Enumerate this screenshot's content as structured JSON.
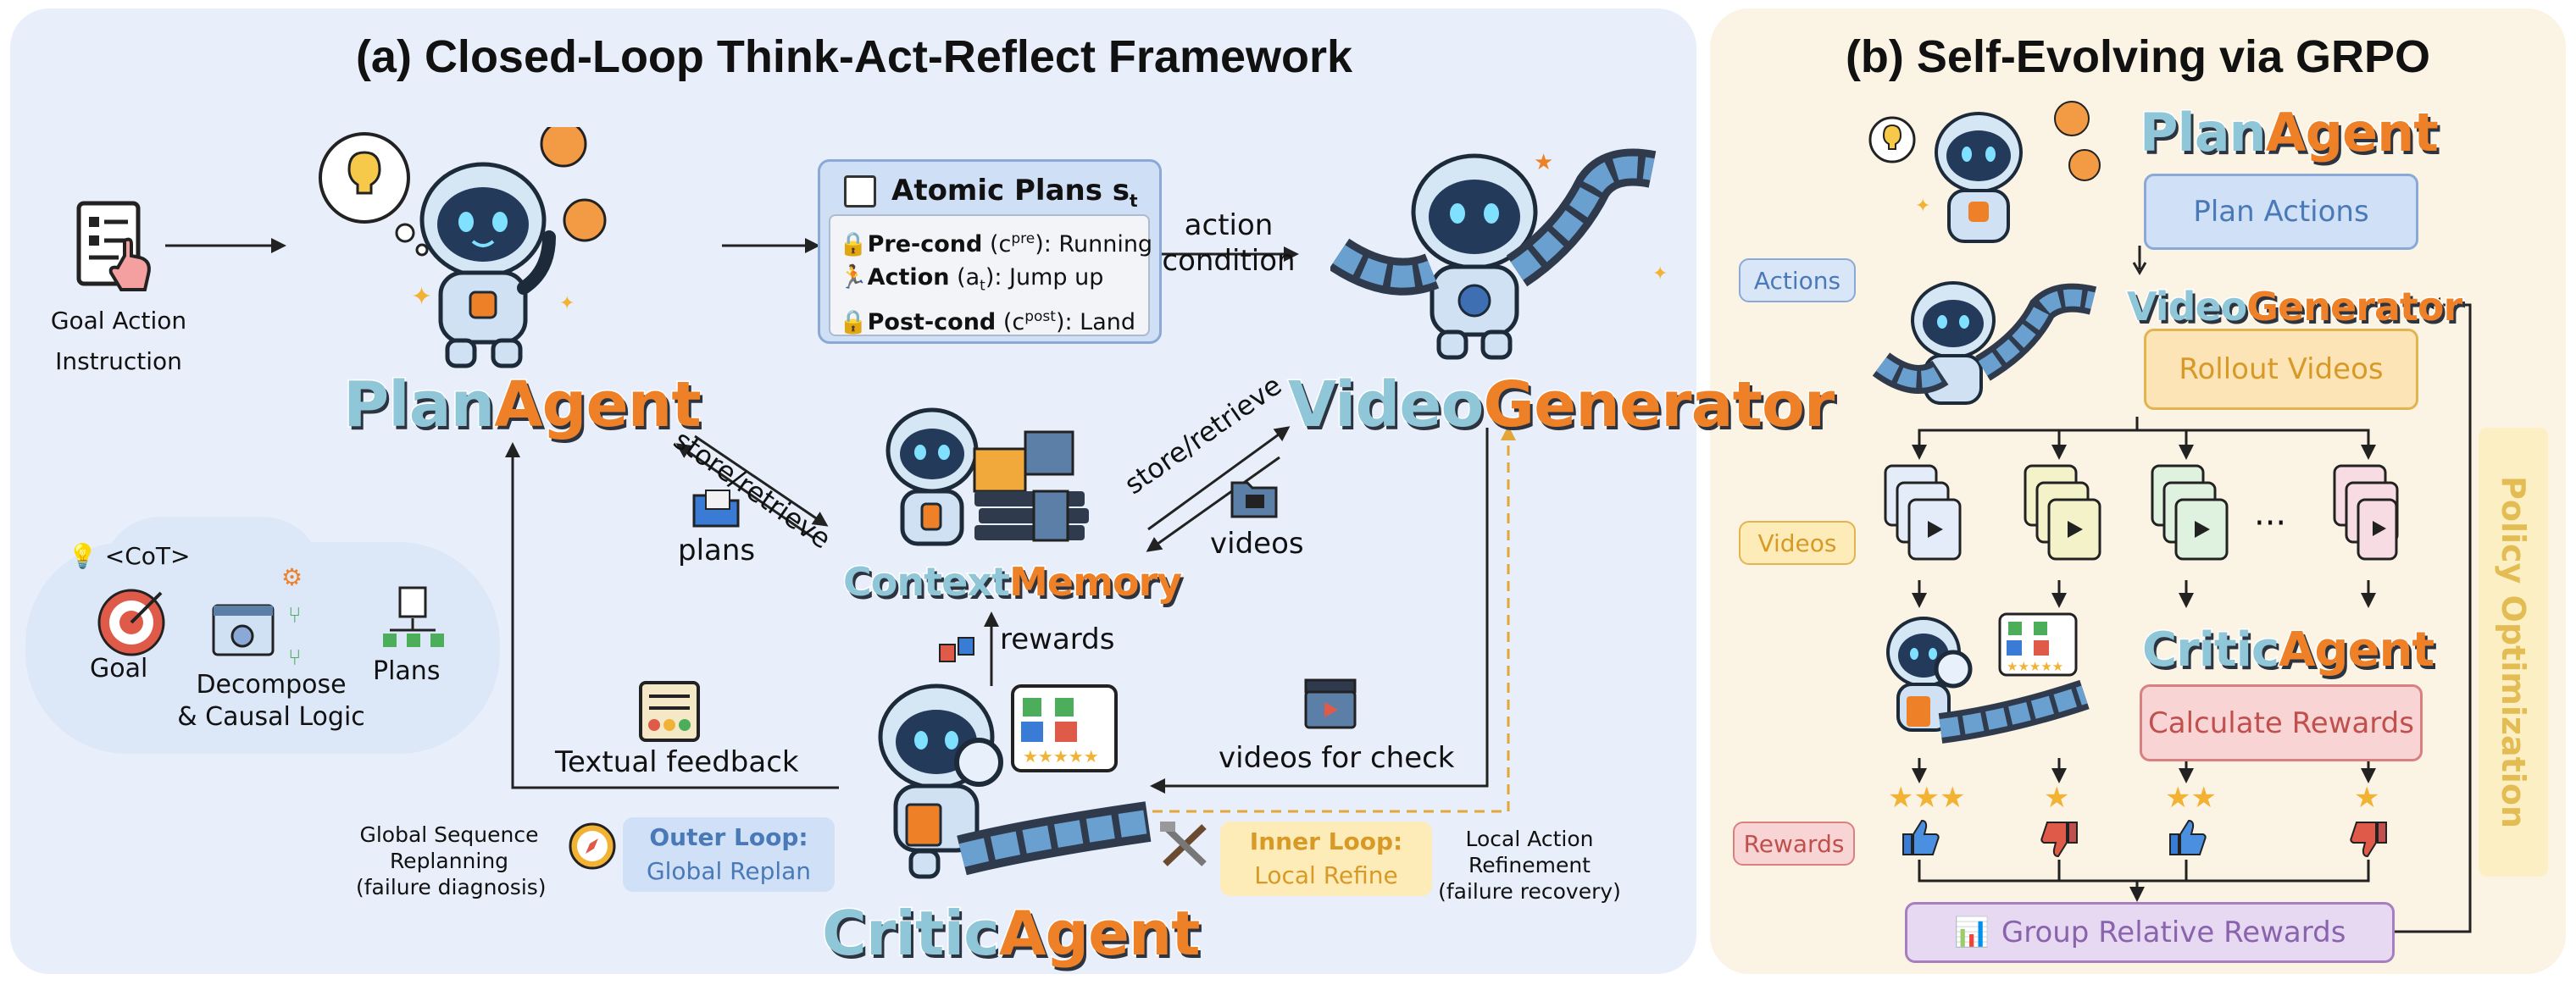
{
  "panel_a": {
    "title": "(a) Closed-Loop Think-Act-Reflect Framework",
    "goal_instruction": [
      "Goal Action",
      "Instruction"
    ],
    "plan_agent": {
      "part1": "Plan",
      "part2": "Agent"
    },
    "video_generator": {
      "part1": "Video",
      "part2": "Generator"
    },
    "context_memory": {
      "part1": "Context",
      "part2": "Memory"
    },
    "critic_agent": {
      "part1": "Critic",
      "part2": "Agent"
    },
    "atomic_plans": {
      "title": "Atomic Plans s",
      "title_sub": "t",
      "rows": [
        {
          "bold": "Pre-cond",
          "paren": "(c",
          "sup": "pre",
          "rest": "): Running"
        },
        {
          "bold": "Action",
          "paren": "(a",
          "sub": "t",
          "rest": "): Jump up"
        },
        {
          "bold": "Post-cond",
          "paren": "(c",
          "sup": "post",
          "rest": "): Land"
        }
      ]
    },
    "action_condition": [
      "action",
      "condition"
    ],
    "store_retrieve_left": "store/retrieve",
    "store_retrieve_right": "store/retrieve",
    "plans": "plans",
    "videos": "videos",
    "rewards": "rewards",
    "textual_feedback": "Textual feedback",
    "videos_for_check": "videos for check",
    "cot": {
      "tag": "<CoT>",
      "goal": "Goal",
      "decompose": [
        "Decompose",
        "& Causal Logic"
      ],
      "plans": "Plans"
    },
    "outer_loop": {
      "note": [
        "Global Sequence",
        "Replanning",
        "(failure diagnosis)"
      ],
      "title": "Outer Loop:",
      "sub": "Global Replan"
    },
    "inner_loop": {
      "title": "Inner Loop:",
      "sub": "Local Refine",
      "note": [
        "Local Action",
        "Refinement",
        "(failure recovery)"
      ]
    }
  },
  "panel_b": {
    "title": "(b) Self-Evolving via GRPO",
    "plan_agent": {
      "part1": "Plan",
      "part2": "Agent"
    },
    "plan_actions": "Plan Actions",
    "video_generator": {
      "part1": "Video",
      "part2": "Generator"
    },
    "rollout_videos": "Rollout Videos",
    "critic_agent": {
      "part1": "Critic",
      "part2": "Agent"
    },
    "calculate_rewards": "Calculate Rewards",
    "group_relative_rewards": "Group Relative Rewards",
    "policy_optimization": "Policy Optimization",
    "ellipsis": "···",
    "row_labels": {
      "actions": "Actions",
      "videos": "Videos",
      "rewards": "Rewards"
    }
  },
  "colors": {
    "panel_a_bg": "#e8effb",
    "panel_b_bg": "#fbf3e3",
    "agent_blue": "#8fc6d8",
    "agent_orange": "#ee8127",
    "blue_box": "#cfe0f7",
    "orange_box": "#fde4b6",
    "red_box": "#f8d4d4",
    "purple_box": "#e8d9f2"
  },
  "icons": [
    "document-hand-icon",
    "lightbulb-icon",
    "running-figure-icon",
    "film-strip-icon",
    "folder-icon",
    "video-folder-icon",
    "clapperboard-icon",
    "thumbs-icon",
    "checklist-icon",
    "target-icon",
    "compass-icon",
    "tools-icon",
    "star-icon",
    "thumbs-up-icon",
    "thumbs-down-icon",
    "bar-chart-icon",
    "video-stack-icon",
    "robot-icon"
  ]
}
